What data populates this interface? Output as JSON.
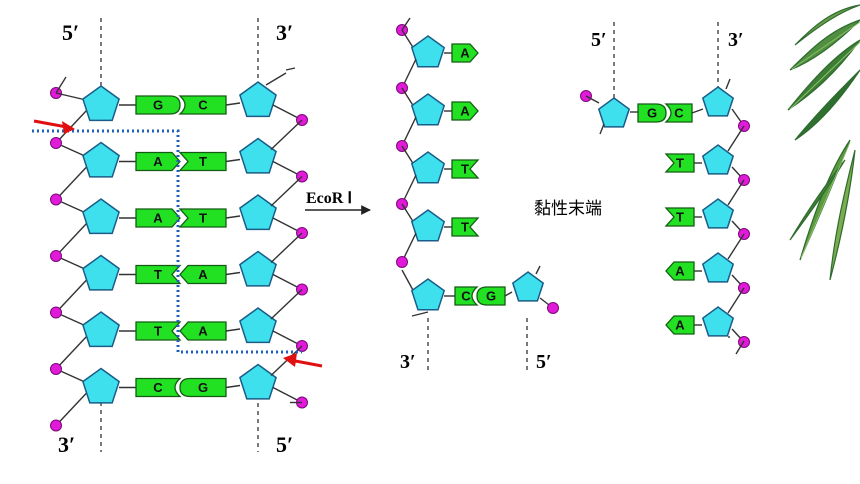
{
  "labels": {
    "left_top_5": "5′",
    "left_top_3": "3′",
    "left_bottom_3": "3′",
    "left_bottom_5": "5′",
    "enzyme": "EcoR Ⅰ",
    "frag1_bottom_3": "3′",
    "frag1_bottom_5": "5′",
    "frag2_top_5": "5′",
    "frag2_top_3": "3′",
    "sticky_end": "黏性末端"
  },
  "dna": {
    "left_bases": [
      "G",
      "A",
      "A",
      "T",
      "T",
      "C"
    ],
    "right_bases": [
      "C",
      "T",
      "T",
      "A",
      "A",
      "G"
    ]
  },
  "fragment1": {
    "single_bases": [
      "A",
      "A",
      "T",
      "T"
    ],
    "pair_left": "C",
    "pair_right": "G"
  },
  "fragment2": {
    "pair_left": "G",
    "pair_right": "C",
    "single_bases": [
      "T",
      "T",
      "A",
      "A"
    ]
  },
  "colors": {
    "sugar": "#3ee0ee",
    "base": "#22e022",
    "phosphate": "#e01ad8",
    "cut_line": "#1f5fbf",
    "arrow": "#e01010"
  },
  "icons": {
    "cut_arrow": "red-arrow-icon",
    "leaf": "palm-leaf-icon"
  }
}
